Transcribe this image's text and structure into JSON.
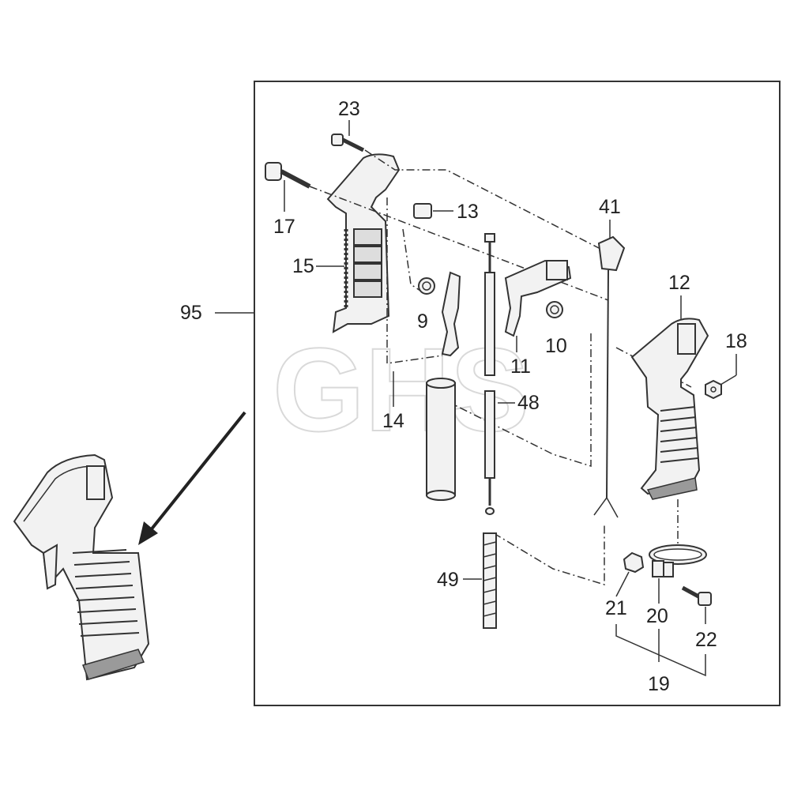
{
  "watermark": "GHS",
  "assembly_label": "95",
  "labels": {
    "p23": "23",
    "p17": "17",
    "p13": "13",
    "p15": "15",
    "p41": "41",
    "p12": "12",
    "p18": "18",
    "p9": "9",
    "p10": "10",
    "p11": "11",
    "p14": "14",
    "p48": "48",
    "p49": "49",
    "p21": "21",
    "p20": "20",
    "p22": "22",
    "p19": "19"
  }
}
